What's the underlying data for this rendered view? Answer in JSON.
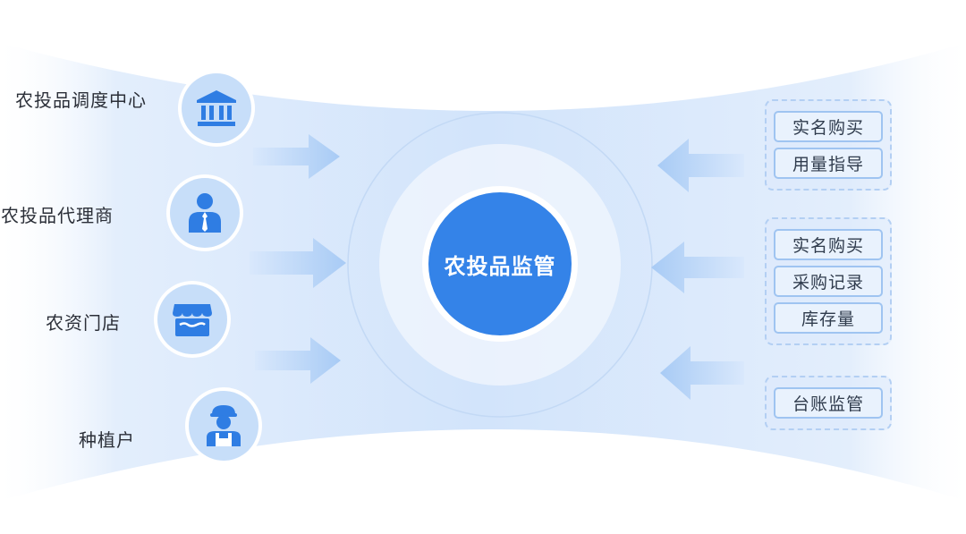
{
  "center": {
    "label": "农投品监管"
  },
  "actors": [
    {
      "label": "农投品调度中心",
      "icon": "bank-icon"
    },
    {
      "label": "农投品代理商",
      "icon": "businessman-icon"
    },
    {
      "label": "农资门店",
      "icon": "store-icon"
    },
    {
      "label": "种植户",
      "icon": "farmer-icon"
    }
  ],
  "groups": [
    {
      "items": [
        "实名购买",
        "用量指导"
      ]
    },
    {
      "items": [
        "实名购买",
        "采购记录",
        "库存量"
      ]
    },
    {
      "items": [
        "台账监管"
      ]
    }
  ],
  "colors": {
    "primary": "#3483e8",
    "icon_bg": "#c7def9",
    "icon_fg": "#2f7de3",
    "band": "#d6e7fc",
    "chip_border": "#9fc4f1"
  }
}
